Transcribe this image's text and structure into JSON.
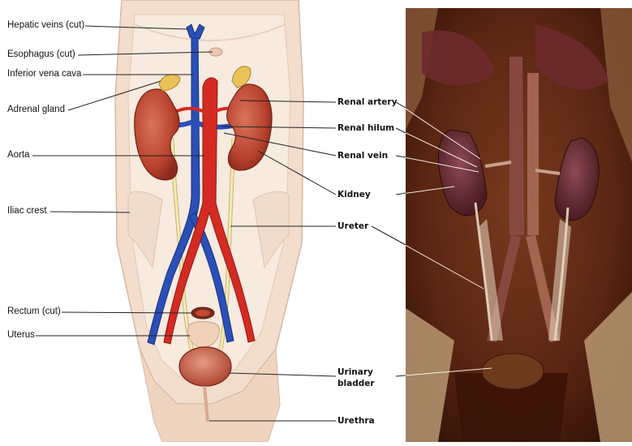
{
  "labels_left": [
    {
      "id": "hepatic-veins-cut",
      "text": "Hepatic veins (cut)"
    },
    {
      "id": "esophagus-cut",
      "text": "Esophagus (cut)"
    },
    {
      "id": "inferior-vena-cava",
      "text": "Inferior vena cava"
    },
    {
      "id": "adrenal-gland",
      "text": "Adrenal gland"
    },
    {
      "id": "aorta",
      "text": "Aorta"
    },
    {
      "id": "iliac-crest",
      "text": "Iliac crest"
    },
    {
      "id": "rectum-cut",
      "text": "Rectum (cut)"
    },
    {
      "id": "uterus",
      "text": "Uterus"
    }
  ],
  "labels_right": [
    {
      "id": "renal-artery",
      "text": "Renal artery"
    },
    {
      "id": "renal-hilum",
      "text": "Renal hilum"
    },
    {
      "id": "renal-vein",
      "text": "Renal vein"
    },
    {
      "id": "kidney",
      "text": "Kidney"
    },
    {
      "id": "ureter",
      "text": "Ureter"
    },
    {
      "id": "urinary-bladder",
      "text": "Urinary\nbladder"
    },
    {
      "id": "urethra",
      "text": "Urethra"
    }
  ],
  "colors": {
    "vein": "#2a4fb8",
    "artery": "#d42a22",
    "kidney": "#b8432e",
    "ureter": "#f2e6a8",
    "body": "#f3ddcc",
    "cavity": "#f6e8dc",
    "cadaver_bg": "#4a1e0e"
  }
}
